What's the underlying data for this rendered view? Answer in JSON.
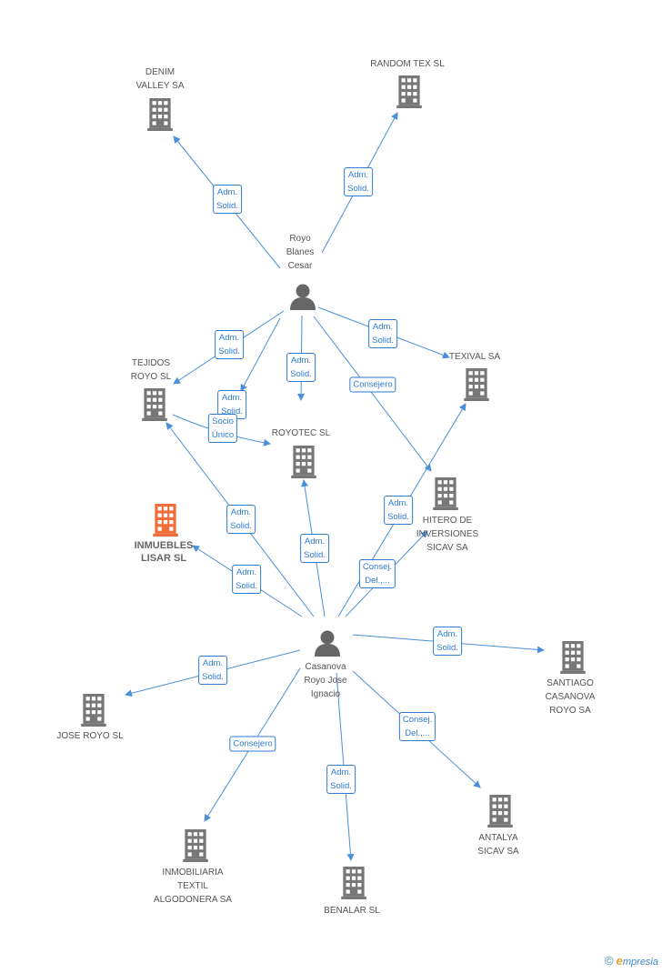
{
  "colors": {
    "edge": "#4a8fd8",
    "edge_label": "#2e7bcf",
    "building": "#777777",
    "building_focus": "#f06d3c",
    "person": "#666666",
    "text": "#555555"
  },
  "nodes": [
    {
      "id": "denim",
      "type": "company",
      "label": "DENIM VALLEY SA",
      "lines": [
        "DENIM",
        "VALLEY SA"
      ]
    },
    {
      "id": "random",
      "type": "company",
      "label": "RANDOM TEX SL",
      "lines": [
        "RANDOM TEX SL"
      ]
    },
    {
      "id": "royo_blanes",
      "type": "person",
      "label": "Royo Blanes Cesar",
      "lines": [
        "Royo",
        "Blanes",
        "Cesar"
      ]
    },
    {
      "id": "tejidos",
      "type": "company",
      "label": "TEJIDOS ROYO SL",
      "lines": [
        "TEJIDOS",
        "ROYO SL"
      ]
    },
    {
      "id": "royotec",
      "type": "company",
      "label": "ROYOTEC SL",
      "lines": [
        "ROYOTEC  SL"
      ]
    },
    {
      "id": "texival",
      "type": "company",
      "label": "TEXIVAL SA",
      "lines": [
        "TEXIVAL SA"
      ]
    },
    {
      "id": "hitero",
      "type": "company",
      "label": "HITERO DE INVERSIONES SICAV SA",
      "lines": [
        "HITERO DE",
        "INVERSIONES",
        "SICAV SA"
      ]
    },
    {
      "id": "inmuebles",
      "type": "company",
      "focus": true,
      "label": "INMUEBLES LISAR SL",
      "lines": [
        "INMUEBLES",
        "LISAR SL"
      ]
    },
    {
      "id": "casanova",
      "type": "person",
      "label": "Casanova Royo Jose Ignacio",
      "lines": [
        "Casanova",
        "Royo Jose",
        "Ignacio"
      ]
    },
    {
      "id": "santiago",
      "type": "company",
      "label": "SANTIAGO CASANOVA ROYO SA",
      "lines": [
        "SANTIAGO",
        "CASANOVA",
        "ROYO SA"
      ]
    },
    {
      "id": "jose_royo",
      "type": "company",
      "label": "JOSE ROYO SL",
      "lines": [
        "JOSE ROYO SL"
      ]
    },
    {
      "id": "inmobiliaria",
      "type": "company",
      "label": "INMOBILIARIA TEXTIL ALGODONERA SA",
      "lines": [
        "INMOBILIARIA",
        "TEXTIL",
        "ALGODONERA SA"
      ]
    },
    {
      "id": "benalar",
      "type": "company",
      "label": "BENALAR SL",
      "lines": [
        "BENALAR SL"
      ]
    },
    {
      "id": "antalya",
      "type": "company",
      "label": "ANTALYA SICAV SA",
      "lines": [
        "ANTALYA",
        "SICAV SA"
      ]
    }
  ],
  "edges": [
    {
      "from": "royo_blanes",
      "to": "denim",
      "label": [
        "Adm.",
        "Solid."
      ]
    },
    {
      "from": "royo_blanes",
      "to": "random",
      "label": [
        "Adm.",
        "Solid."
      ]
    },
    {
      "from": "royo_blanes",
      "to": "tejidos",
      "label": [
        "Adm.",
        "Solid."
      ]
    },
    {
      "from": "royo_blanes",
      "to": "royotec",
      "label": [
        "Adm.",
        "Solid."
      ]
    },
    {
      "from": "royo_blanes",
      "to": "texival",
      "label": [
        "Adm.",
        "Solid."
      ]
    },
    {
      "from": "royo_blanes",
      "to": "hitero",
      "label": [
        "Consejero"
      ]
    },
    {
      "from": "royo_blanes",
      "to": "inmuebles",
      "label": [
        "Adm.",
        "Solid."
      ]
    },
    {
      "from": "tejidos",
      "to": "royotec",
      "label": [
        "Socio",
        "Único"
      ]
    },
    {
      "from": "casanova",
      "to": "tejidos",
      "label": [
        "Adm.",
        "Solid."
      ]
    },
    {
      "from": "casanova",
      "to": "royotec",
      "label": [
        "Adm.",
        "Solid."
      ]
    },
    {
      "from": "casanova",
      "to": "texival",
      "label": [
        "Adm.",
        "Solid."
      ]
    },
    {
      "from": "casanova",
      "to": "hitero",
      "label": [
        "Consej.",
        "Del.,..."
      ]
    },
    {
      "from": "casanova",
      "to": "inmuebles",
      "label": [
        "Adm.",
        "Solid."
      ]
    },
    {
      "from": "casanova",
      "to": "santiago",
      "label": [
        "Adm.",
        "Solid."
      ]
    },
    {
      "from": "casanova",
      "to": "jose_royo",
      "label": [
        "Adm.",
        "Solid."
      ]
    },
    {
      "from": "casanova",
      "to": "inmobiliaria",
      "label": [
        "Consejero"
      ]
    },
    {
      "from": "casanova",
      "to": "benalar",
      "label": [
        "Adm.",
        "Solid."
      ]
    },
    {
      "from": "casanova",
      "to": "antalya",
      "label": [
        "Consej.",
        "Del.,..."
      ]
    }
  ],
  "footer": {
    "copyright": "©",
    "brand_initial": "e",
    "brand_rest": "mpresia"
  }
}
